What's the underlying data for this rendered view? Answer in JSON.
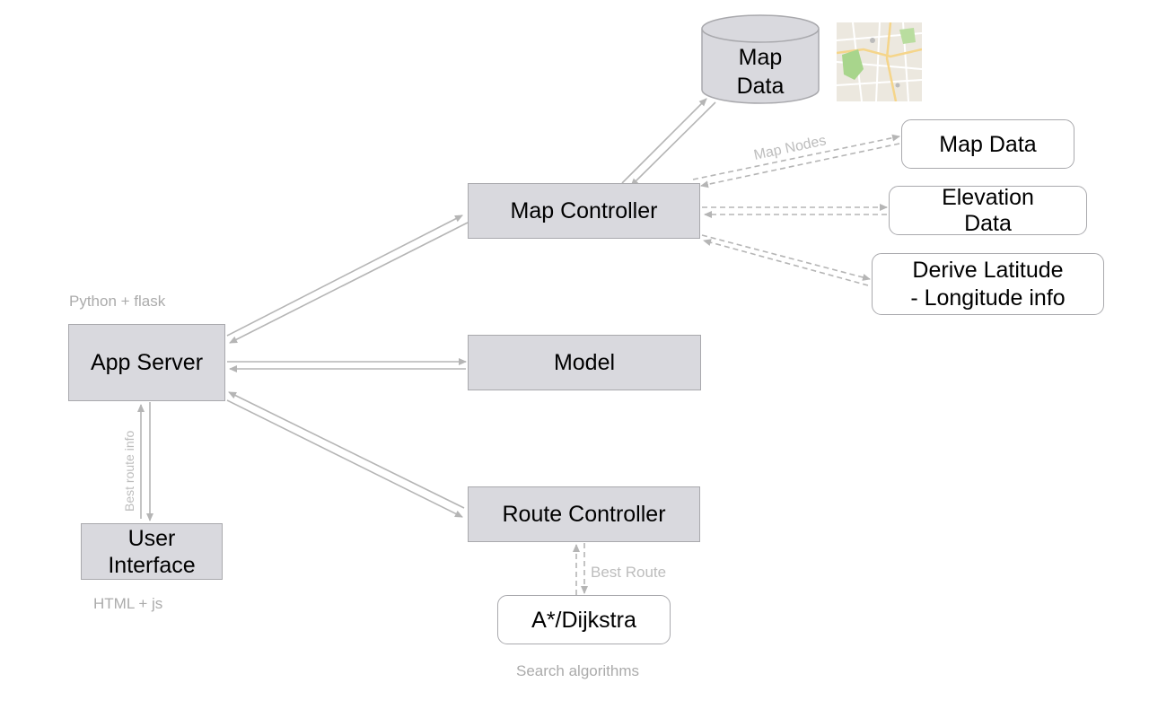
{
  "nodes": {
    "map_data_db": "Map\nData",
    "map_controller": "Map Controller",
    "map_data_source": "Map Data",
    "elevation_data": "Elevation\nData",
    "derive_latlong": "Derive Latitude\n- Longitude info",
    "app_server": "App Server",
    "model": "Model",
    "route_controller": "Route Controller",
    "user_interface": "User\nInterface",
    "search_algo": "A*/Dijkstra"
  },
  "captions": {
    "python_flask": "Python + flask",
    "html_js": "HTML + js",
    "search_algorithms": "Search algorithms"
  },
  "edge_labels": {
    "map_nodes": "Map Nodes",
    "best_route_info": "Best route info",
    "best_route": "Best Route"
  },
  "icons": {
    "map_thumbnail": "city-map-thumbnail-icon"
  },
  "colors": {
    "box_fill": "#d9d9de",
    "box_border": "#a9a9ad",
    "arrow": "#b5b5b5",
    "caption": "#ababab"
  }
}
